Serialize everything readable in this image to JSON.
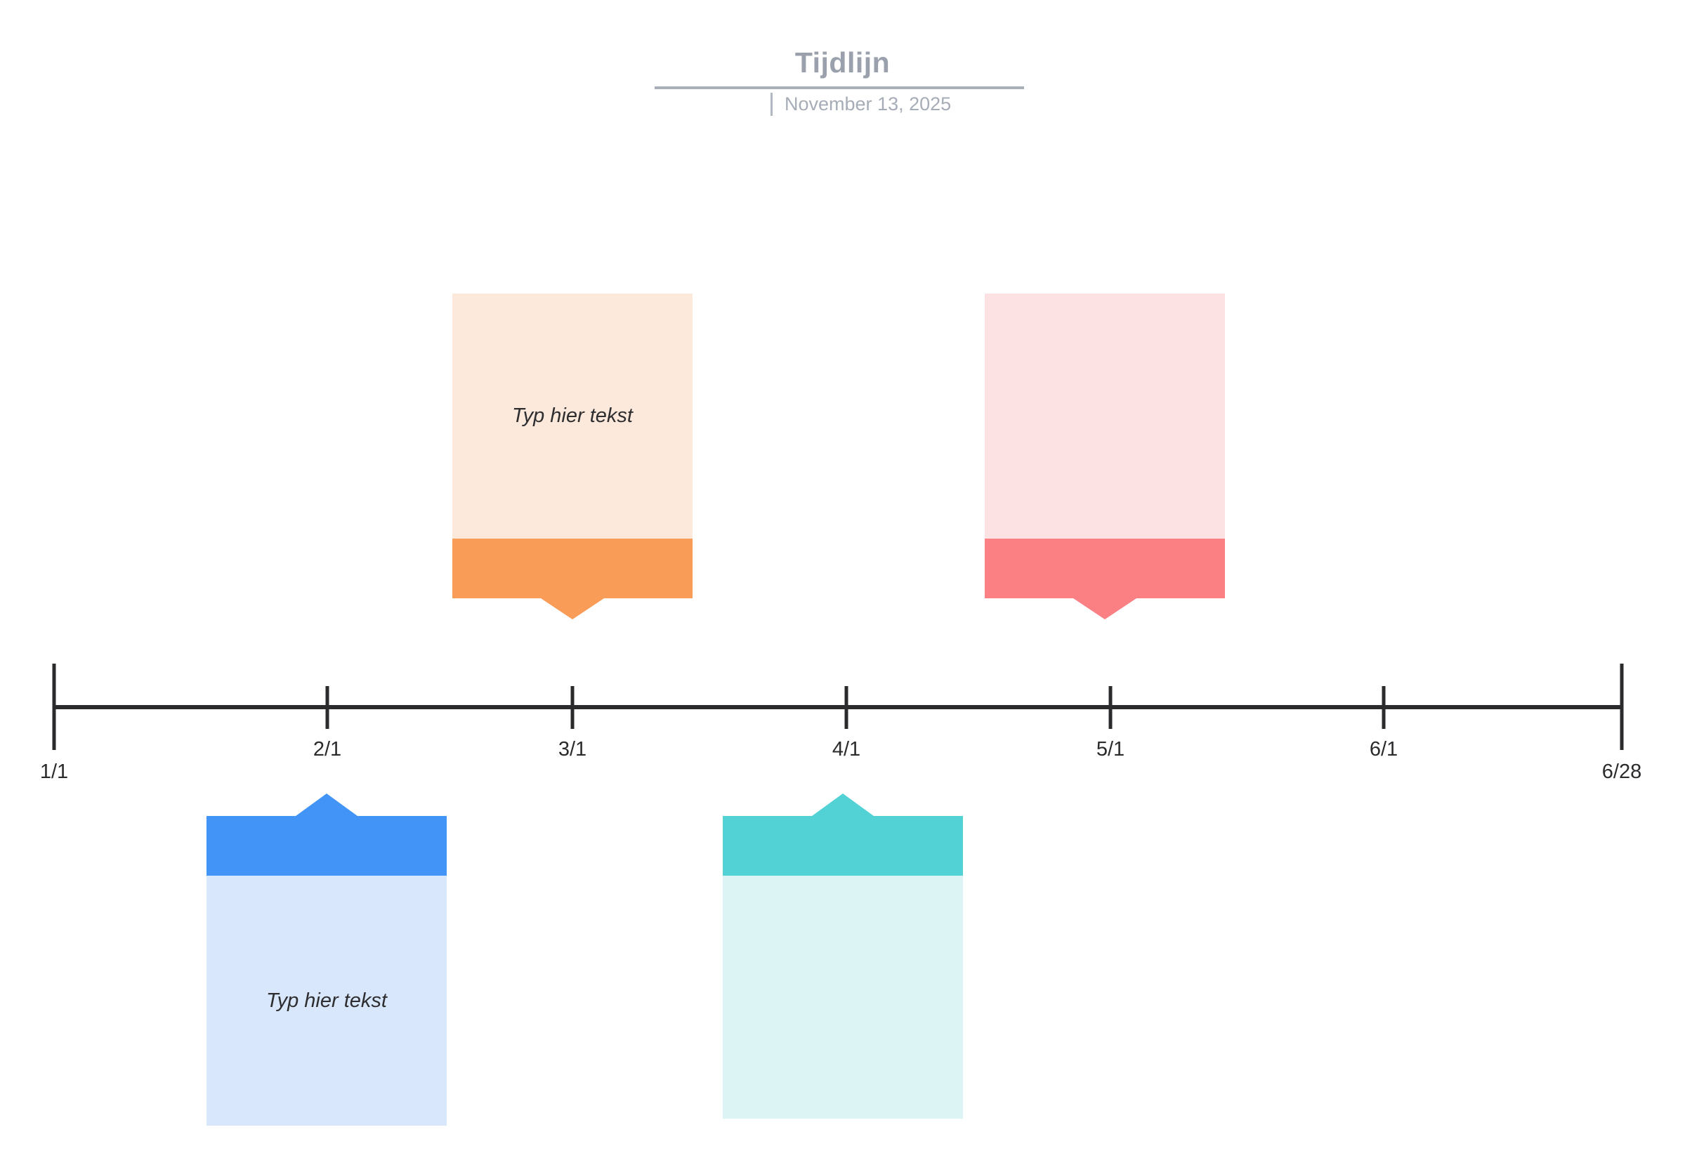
{
  "header": {
    "title": "Tijdlijn",
    "date": "November 13, 2025"
  },
  "axis": {
    "start_label": "1/1",
    "end_label": "6/28",
    "line_color": "#2B2B2E",
    "ticks": [
      {
        "label": "1/1",
        "end": true
      },
      {
        "label": "2/1",
        "end": false
      },
      {
        "label": "3/1",
        "end": false
      },
      {
        "label": "4/1",
        "end": false
      },
      {
        "label": "5/1",
        "end": false
      },
      {
        "label": "6/1",
        "end": false
      },
      {
        "label": "6/28",
        "end": true
      }
    ]
  },
  "events": [
    {
      "anchor": "2/1",
      "side": "below",
      "text": "Typ hier tekst",
      "accent_color": "#4294F7",
      "fill_color": "#D8E7FC"
    },
    {
      "anchor": "3/1",
      "side": "above",
      "text": "Typ hier tekst",
      "accent_color": "#F99C58",
      "fill_color": "#FCE9DB"
    },
    {
      "anchor": "4/1",
      "side": "below",
      "text": "",
      "accent_color": "#53D2D6",
      "fill_color": "#DDF4F5"
    },
    {
      "anchor": "5/1",
      "side": "above",
      "text": "",
      "accent_color": "#FB8084",
      "fill_color": "#FDE2E3"
    }
  ],
  "theme": {
    "title_color": "#9AA1AC",
    "underline_color": "#A9B0BA",
    "date_color": "#A6ADB7",
    "date_bar_color": "#B3B9C2",
    "axis_color": "#2B2B2E",
    "card_text_color": "#2E2E30",
    "background_color": "#FFFFFF"
  }
}
